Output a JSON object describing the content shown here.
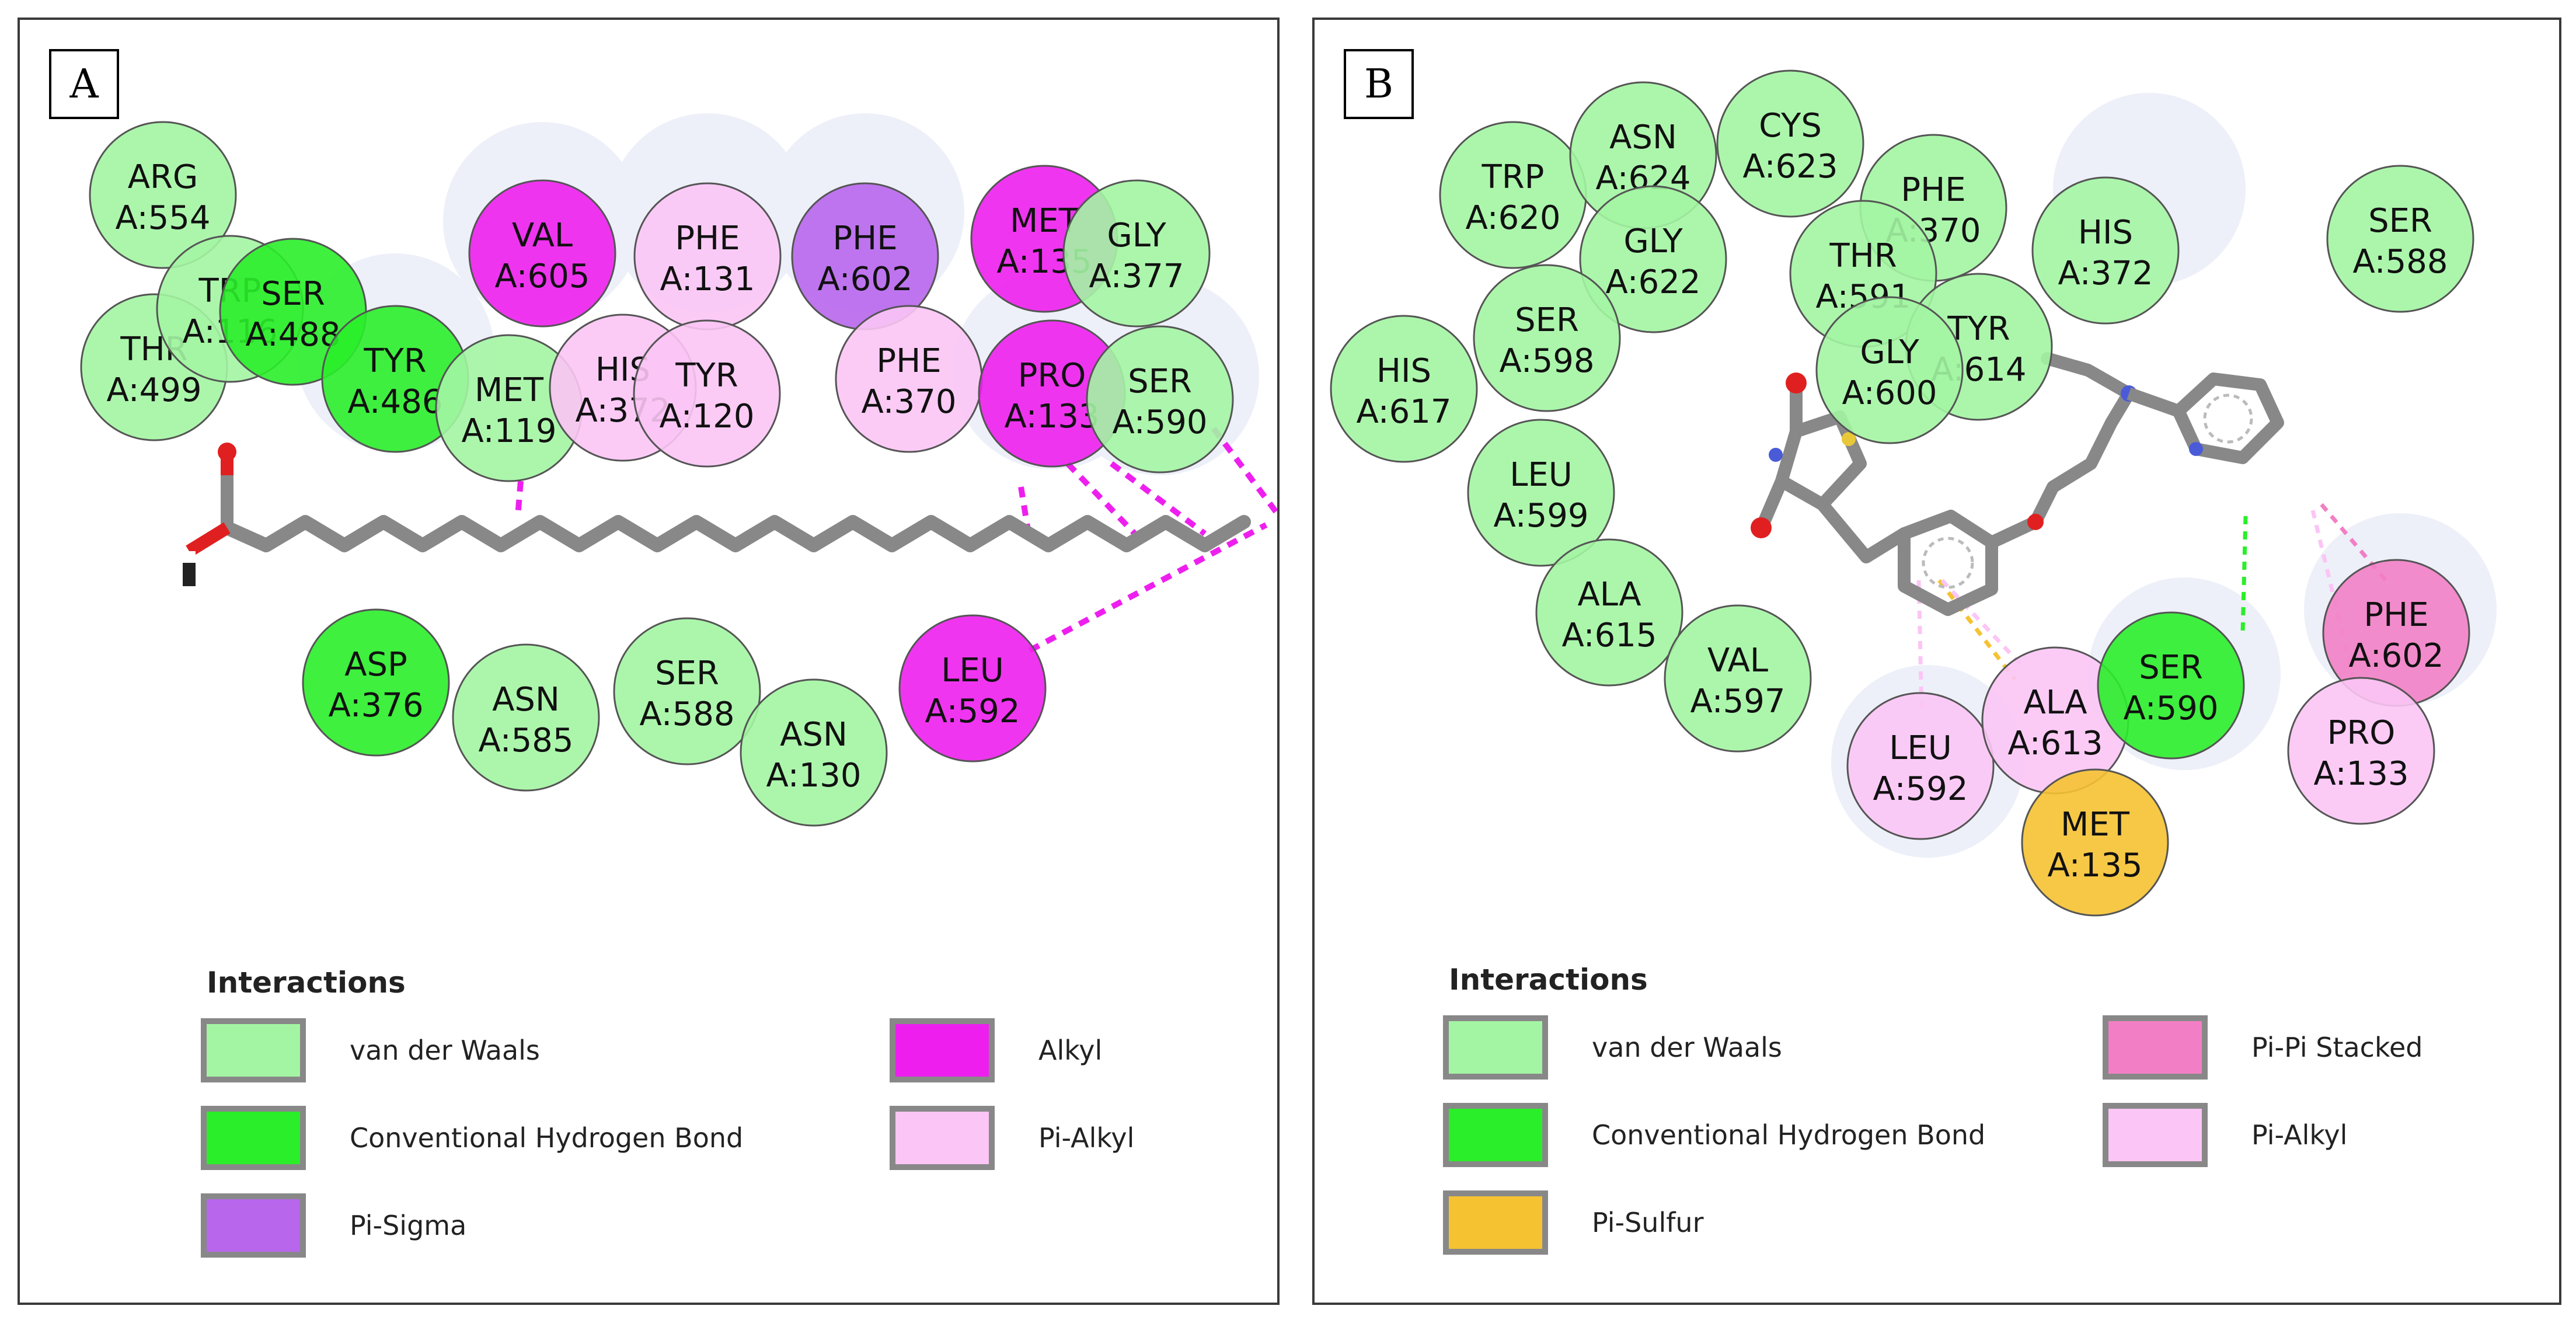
{
  "colors": {
    "vdw": "#a3f5a3",
    "hbond": "#2aee2a",
    "pisigma": "#b866ec",
    "alkyl": "#ee1fee",
    "pialkyl": "#fbc5f5",
    "pisulfur": "#f5c232",
    "pipi": "#f27fc5",
    "bond": "#888888"
  },
  "panelA": {
    "label": "A",
    "legend_title": "Interactions",
    "legend": [
      {
        "label": "van der Waals",
        "type": "vdw"
      },
      {
        "label": "Conventional Hydrogen Bond",
        "type": "hbond"
      },
      {
        "label": "Pi-Sigma",
        "type": "pisigma"
      },
      {
        "label": "Alkyl",
        "type": "alkyl"
      },
      {
        "label": "Pi-Alkyl",
        "type": "pialkyl"
      }
    ],
    "residues": [
      {
        "name": "ARG",
        "id": "A:554",
        "type": "vdw"
      },
      {
        "name": "THR",
        "id": "A:499",
        "type": "vdw"
      },
      {
        "name": "TRP",
        "id": "A:116",
        "type": "vdw"
      },
      {
        "name": "SER",
        "id": "A:488",
        "type": "hbond"
      },
      {
        "name": "TYR",
        "id": "A:486",
        "type": "hbond"
      },
      {
        "name": "MET",
        "id": "A:119",
        "type": "vdw"
      },
      {
        "name": "VAL",
        "id": "A:605",
        "type": "alkyl"
      },
      {
        "name": "HIS",
        "id": "A:372",
        "type": "pialkyl"
      },
      {
        "name": "PHE",
        "id": "A:131",
        "type": "pialkyl"
      },
      {
        "name": "TYR",
        "id": "A:120",
        "type": "pialkyl"
      },
      {
        "name": "PHE",
        "id": "A:602",
        "type": "pisigma"
      },
      {
        "name": "PHE",
        "id": "A:370",
        "type": "pialkyl"
      },
      {
        "name": "MET",
        "id": "A:135",
        "type": "alkyl"
      },
      {
        "name": "PRO",
        "id": "A:133",
        "type": "alkyl"
      },
      {
        "name": "GLY",
        "id": "A:377",
        "type": "vdw"
      },
      {
        "name": "SER",
        "id": "A:590",
        "type": "vdw"
      },
      {
        "name": "ASP",
        "id": "A:376",
        "type": "hbond"
      },
      {
        "name": "ASN",
        "id": "A:585",
        "type": "vdw"
      },
      {
        "name": "SER",
        "id": "A:588",
        "type": "vdw"
      },
      {
        "name": "ASN",
        "id": "A:130",
        "type": "vdw"
      },
      {
        "name": "LEU",
        "id": "A:592",
        "type": "alkyl"
      }
    ]
  },
  "panelB": {
    "label": "B",
    "legend_title": "Interactions",
    "legend": [
      {
        "label": "van der Waals",
        "type": "vdw"
      },
      {
        "label": "Conventional Hydrogen Bond",
        "type": "hbond"
      },
      {
        "label": "Pi-Sulfur",
        "type": "pisulfur"
      },
      {
        "label": "Pi-Pi Stacked",
        "type": "pipi"
      },
      {
        "label": "Pi-Alkyl",
        "type": "pialkyl"
      }
    ],
    "residues": [
      {
        "name": "TRP",
        "id": "A:620",
        "type": "vdw"
      },
      {
        "name": "ASN",
        "id": "A:624",
        "type": "vdw"
      },
      {
        "name": "CYS",
        "id": "A:623",
        "type": "vdw"
      },
      {
        "name": "PHE",
        "id": "A:370",
        "type": "vdw"
      },
      {
        "name": "HIS",
        "id": "A:372",
        "type": "vdw"
      },
      {
        "name": "SER",
        "id": "A:588",
        "type": "vdw"
      },
      {
        "name": "GLY",
        "id": "A:622",
        "type": "vdw"
      },
      {
        "name": "THR",
        "id": "A:591",
        "type": "vdw"
      },
      {
        "name": "SER",
        "id": "A:598",
        "type": "vdw"
      },
      {
        "name": "TYR",
        "id": "A:614",
        "type": "vdw"
      },
      {
        "name": "GLY",
        "id": "A:600",
        "type": "vdw"
      },
      {
        "name": "HIS",
        "id": "A:617",
        "type": "vdw"
      },
      {
        "name": "LEU",
        "id": "A:599",
        "type": "vdw"
      },
      {
        "name": "ALA",
        "id": "A:615",
        "type": "vdw"
      },
      {
        "name": "VAL",
        "id": "A:597",
        "type": "vdw"
      },
      {
        "name": "LEU",
        "id": "A:592",
        "type": "pialkyl"
      },
      {
        "name": "ALA",
        "id": "A:613",
        "type": "pialkyl"
      },
      {
        "name": "MET",
        "id": "A:135",
        "type": "pisulfur"
      },
      {
        "name": "SER",
        "id": "A:590",
        "type": "hbond"
      },
      {
        "name": "PHE",
        "id": "A:602",
        "type": "pipi"
      },
      {
        "name": "PRO",
        "id": "A:133",
        "type": "pialkyl"
      }
    ]
  }
}
